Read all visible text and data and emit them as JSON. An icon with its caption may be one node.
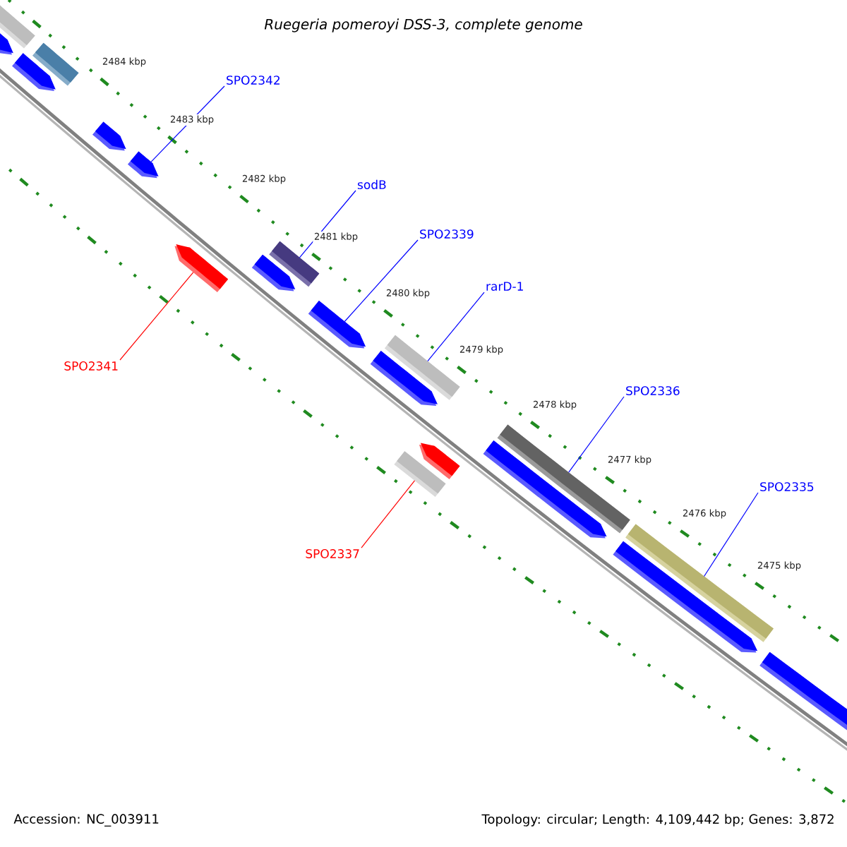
{
  "diagram": {
    "title": "Ruegeria pomeroyi DSS-3, complete genome",
    "nodes": [
      {
        "text": [
          "SPO2342"
        ]
      },
      {
        "text": [
          "SPO2341"
        ]
      },
      {
        "text": [
          "sodB"
        ]
      },
      {
        "text": [
          "SPO2339"
        ]
      },
      {
        "text": [
          "rarD-1"
        ]
      },
      {
        "text": [
          "SPO2337"
        ]
      },
      {
        "text": [
          "SPO2336"
        ]
      },
      {
        "text": [
          "SPO2335"
        ]
      },
      {
        "text": [],
        "shape": "bar"
      },
      {
        "text": [],
        "shape": "arrow"
      },
      {
        "text": [],
        "shape": "arrow"
      },
      {
        "text": [],
        "shape": "bar"
      },
      {
        "text": [],
        "shape": "arrow"
      },
      {
        "text": [],
        "shape": "arrow"
      },
      {
        "text": [],
        "shape": "arrow"
      },
      {
        "text": [],
        "shape": "arrow"
      },
      {
        "text": [],
        "shape": "bar"
      },
      {
        "text": [],
        "shape": "arrow"
      },
      {
        "text": [],
        "shape": "arrow"
      },
      {
        "text": [],
        "shape": "bar"
      },
      {
        "text": [],
        "shape": "bar"
      },
      {
        "text": [],
        "shape": "arrow"
      },
      {
        "text": [],
        "shape": "arrow"
      },
      {
        "text": [],
        "shape": "bar"
      },
      {
        "text": [],
        "shape": "arrow"
      },
      {
        "text": [],
        "shape": "bar"
      },
      {
        "text": [],
        "shape": "arrow"
      }
    ],
    "edges": [
      {
        "from": 0,
        "to": 13,
        "arrow": "none"
      },
      {
        "from": 1,
        "to": 14,
        "arrow": "none",
        "color": "#ff0000"
      },
      {
        "from": 2,
        "to": 16,
        "arrow": "none"
      },
      {
        "from": 3,
        "to": 17,
        "arrow": "none"
      },
      {
        "from": 4,
        "to": 19,
        "arrow": "none"
      },
      {
        "from": 5,
        "to": 20,
        "arrow": "none",
        "color": "#ff0000"
      },
      {
        "from": 6,
        "to": 23,
        "arrow": "none"
      },
      {
        "from": 7,
        "to": 25,
        "arrow": "none"
      }
    ],
    "labels": [
      "2484 kbp",
      "2483 kbp",
      "2482 kbp",
      "2481 kbp",
      "2480 kbp",
      "2479 kbp",
      "2478 kbp",
      "2477 kbp",
      "2476 kbp",
      "2475 kbp",
      "Accession: NC_003911",
      "Topology: circular; Length: 4,109,442 bp; Genes: 3,872"
    ]
  }
}
